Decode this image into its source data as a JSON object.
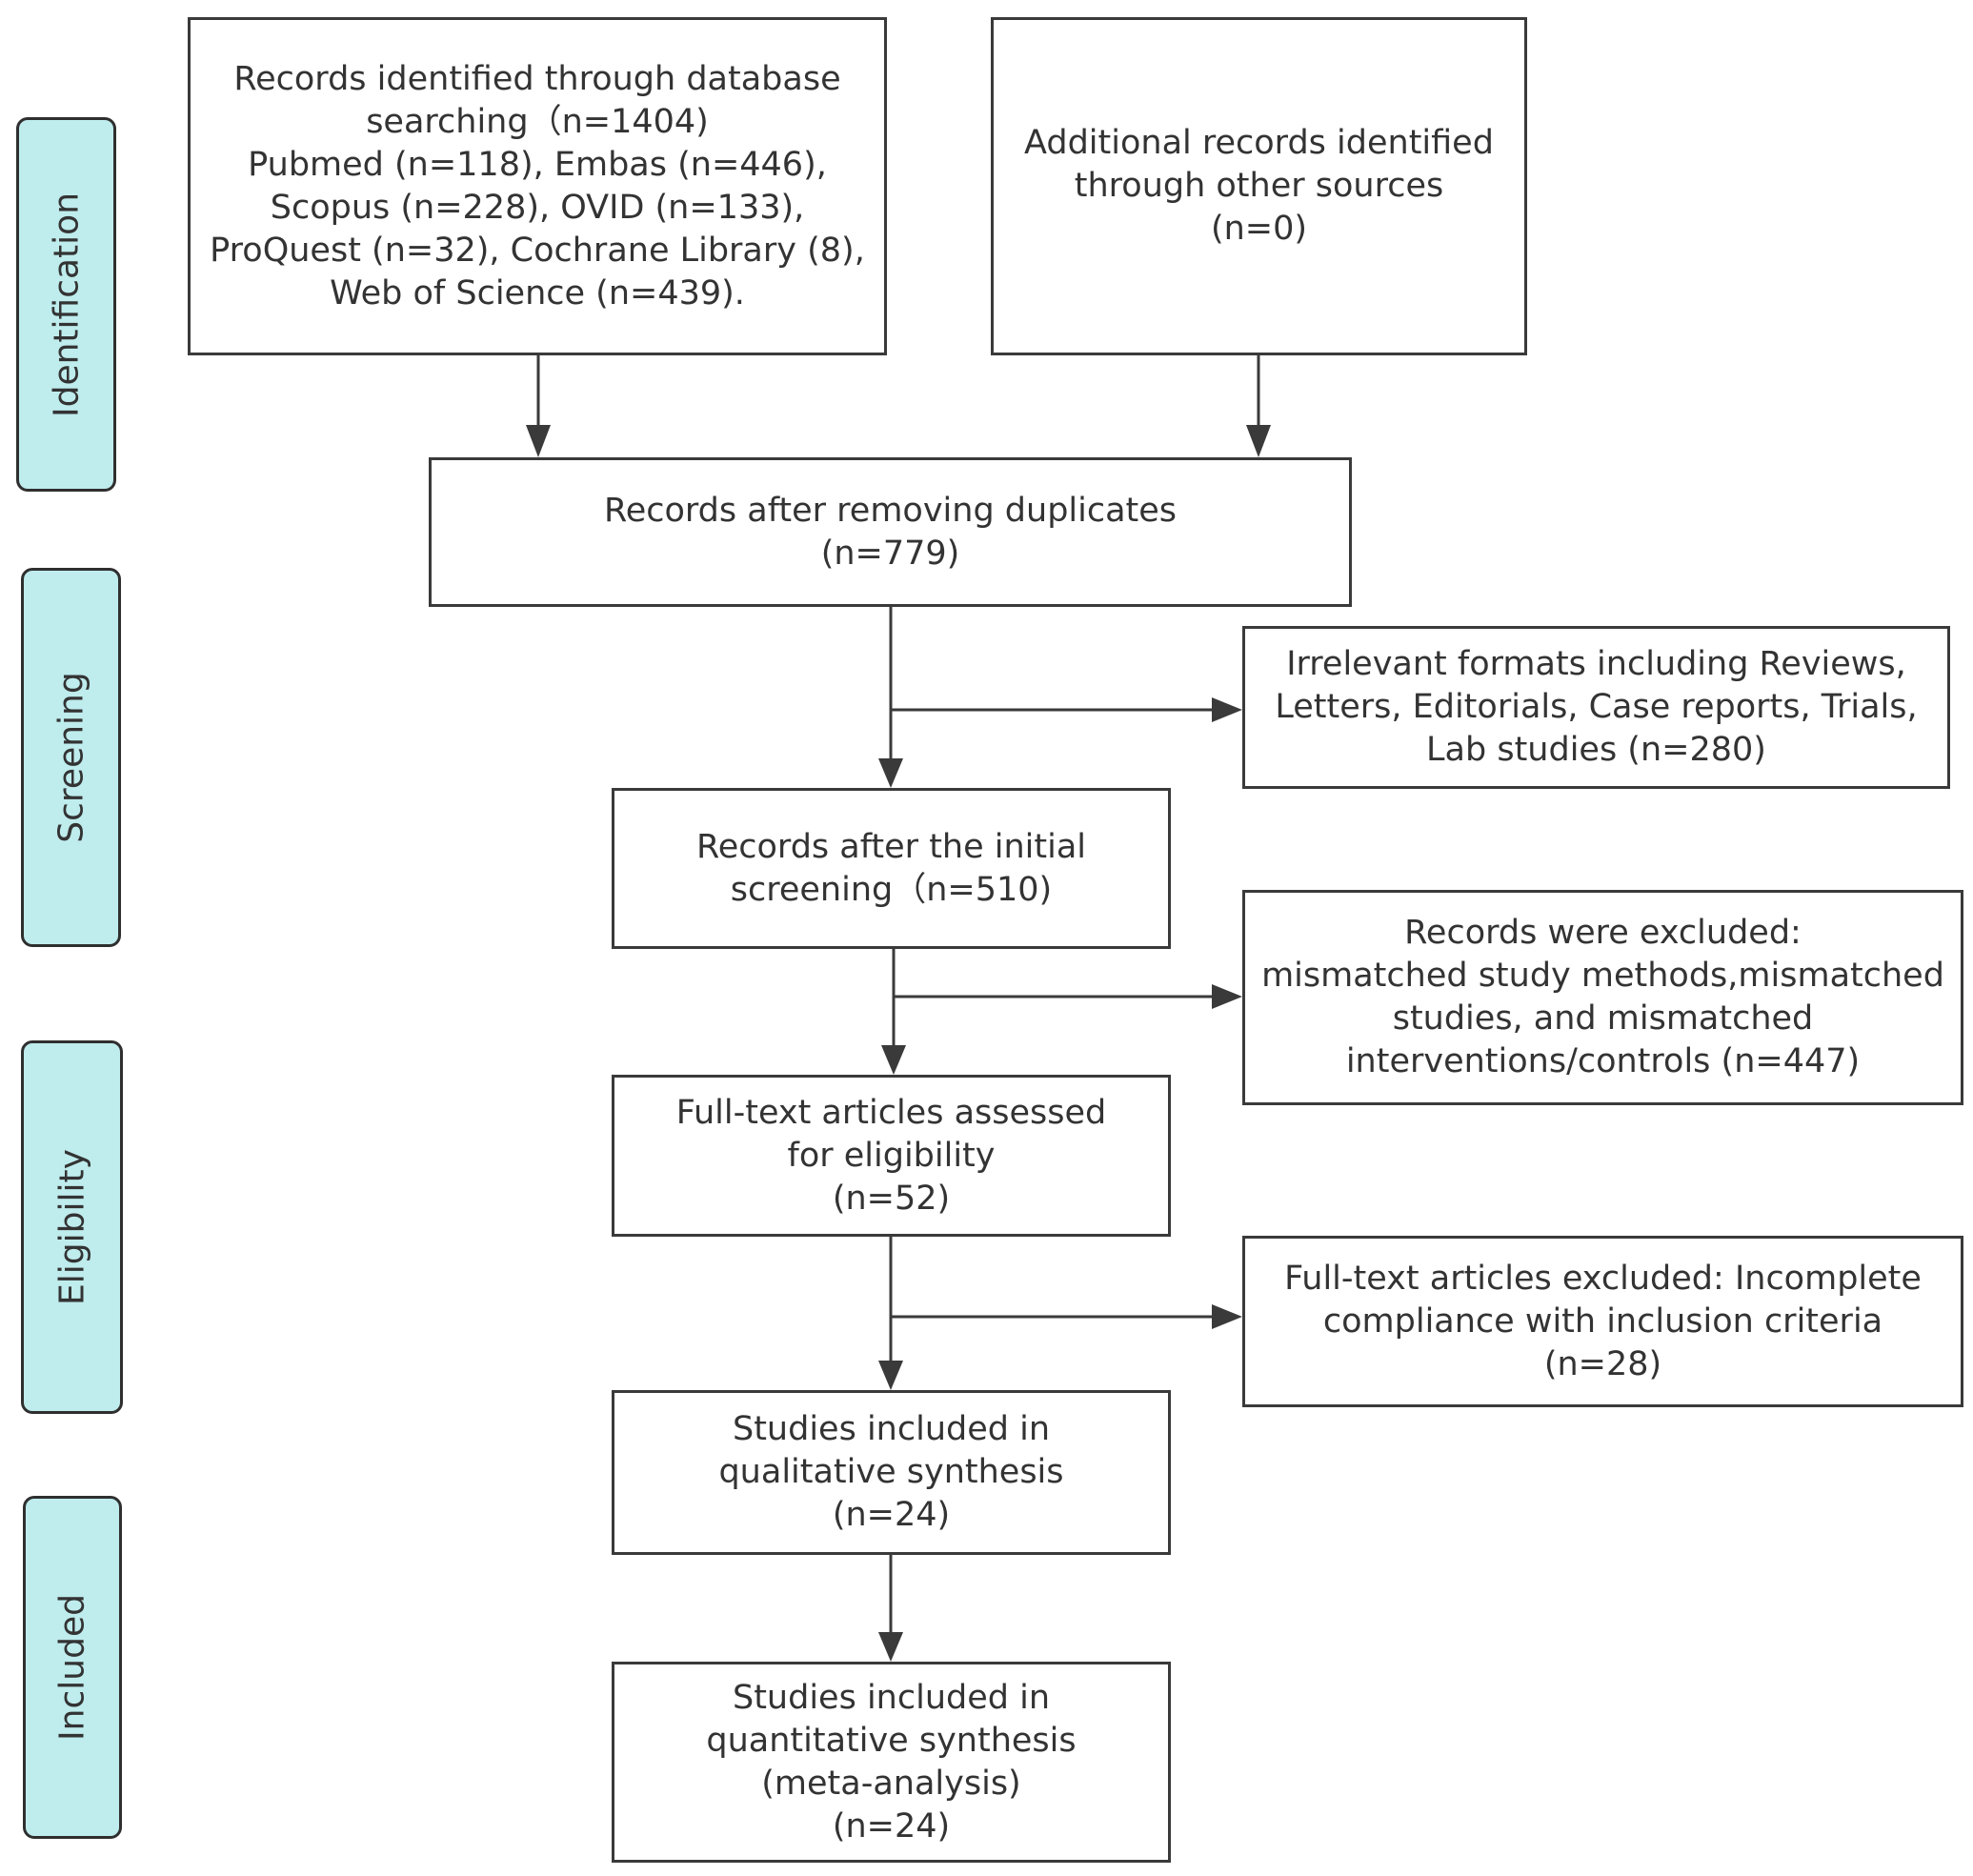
{
  "stages": {
    "identification": "Identification",
    "screening": "Screening",
    "eligibility": "Eligibility",
    "included": "Included"
  },
  "boxes": {
    "database_records": [
      "Records identified through database",
      "searching（n=1404)",
      "Pubmed (n=118), Embas (n=446),",
      "Scopus (n=228), OVID (n=133),",
      "ProQuest (n=32), Cochrane Library (8),",
      "Web of Science (n=439)."
    ],
    "other_sources": [
      "Additional records identified",
      "through other sources",
      "(n=0)"
    ],
    "after_duplicates": [
      "Records after removing duplicates",
      "(n=779)"
    ],
    "irrelevant_formats": [
      "Irrelevant formats including Reviews,",
      "Letters, Editorials, Case reports, Trials,",
      "Lab studies (n=280)"
    ],
    "initial_screening": [
      "Records after the initial",
      "screening（n=510)"
    ],
    "records_excluded": [
      "Records were excluded:",
      "mismatched study methods,mismatched",
      "studies, and mismatched",
      "interventions/controls (n=447)"
    ],
    "fulltext_assessed": [
      "Full-text articles assessed",
      "for eligibility",
      "(n=52)"
    ],
    "fulltext_excluded": [
      "Full-text articles excluded: Incomplete",
      "compliance with inclusion criteria",
      "(n=28)"
    ],
    "qualitative": [
      "Studies included in",
      "qualitative synthesis",
      "(n=24)"
    ],
    "quantitative": [
      "Studies included in",
      "quantitative synthesis",
      "(meta-analysis)",
      "(n=24)"
    ]
  },
  "colors": {
    "stage_fill": "#bfeced",
    "line": "#3a3a3a"
  }
}
